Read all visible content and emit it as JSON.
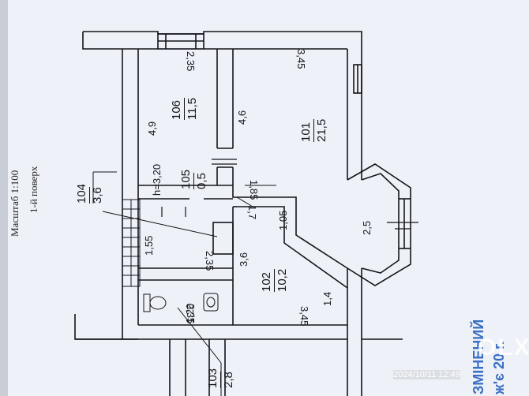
{
  "side_text": {
    "scale": "Масштаб 1:100",
    "floor": "1-й поверх"
  },
  "rooms": [
    {
      "id": "r101",
      "number": "101",
      "area": "21,5"
    },
    {
      "id": "r102",
      "number": "102",
      "area": "10,2"
    },
    {
      "id": "r103",
      "number": "103",
      "area": "2,8"
    },
    {
      "id": "r104",
      "number": "104",
      "area": "3,6"
    },
    {
      "id": "r105",
      "number": "105",
      "area": "0,5"
    },
    {
      "id": "r106",
      "number": "106",
      "area": "11,5"
    }
  ],
  "dimensions": {
    "d_235_top": "2,35",
    "d_345_top": "3,45",
    "d_49": "4,9",
    "d_46": "4,6",
    "d_h": "h=3,20",
    "d_185": "1,85",
    "d_17": "1,7",
    "d_105": "1,05",
    "d_25": "2,5",
    "d_155": "1,55",
    "d_235_mid": "2,35",
    "d_36": "3,6",
    "d_14": "1,4",
    "d_120": "1,20",
    "d_235_bottom": "2,35",
    "d_345_bottom": "3,45"
  },
  "stamp": {
    "line1": "ЗМІНЕНИЙ",
    "line2": "ж'є 20 г."
  },
  "watermark": "OLX",
  "timestamp": "2024/10/11 12:49",
  "colors": {
    "paper": "#eef1f7",
    "ink": "#15151c",
    "stamp": "#3a6fc4"
  }
}
